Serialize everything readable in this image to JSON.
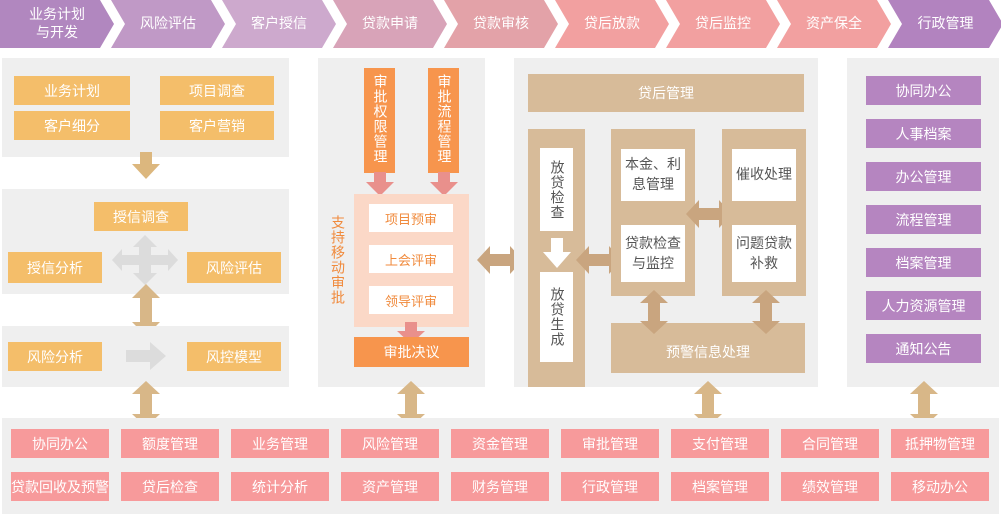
{
  "process_steps": [
    "业务计划\n与开发",
    "风险评估",
    "客户授信",
    "贷款申请",
    "贷款审核",
    "贷后放款",
    "贷后监控",
    "资产保全",
    "行政管理"
  ],
  "step_colors": [
    "#b187bf",
    "#c099c6",
    "#cda9cd",
    "#d8a3b8",
    "#e3a2a8",
    "#f2a0a0",
    "#f2a0a0",
    "#f2a0a0",
    "#b283bf"
  ],
  "left": {
    "plan": [
      "业务计划",
      "项目调查",
      "客户细分",
      "客户营销"
    ],
    "credit": {
      "top": "授信调查",
      "left": "授信分析",
      "right": "风险评估"
    },
    "risk": {
      "left": "风险分析",
      "right": "风控模型"
    }
  },
  "approval": {
    "top_left": "审批权限管理",
    "top_right": "审批流程管理",
    "side_label": "支持移动审批",
    "steps": [
      "项目预审",
      "上会评审",
      "领导评审"
    ],
    "result": "审批决议"
  },
  "post_loan": {
    "header": "贷后管理",
    "left_top": "放贷检查",
    "left_bottom": "放贷生成",
    "mid_top": "本金、利息管理",
    "mid_bottom": "贷款检查与监控",
    "right_top": "催收处理",
    "right_bottom": "问题贷款补救",
    "warning": "预警信息处理"
  },
  "admin": [
    "协同办公",
    "人事档案",
    "办公管理",
    "流程管理",
    "档案管理",
    "人力资源管理",
    "通知公告"
  ],
  "bottom_row1": [
    "协同办公",
    "额度管理",
    "业务管理",
    "风险管理",
    "资金管理",
    "审批管理",
    "支付管理",
    "合同管理",
    "抵押物管理"
  ],
  "bottom_row2": [
    "贷款回收及预警",
    "贷后检查",
    "统计分析",
    "资产管理",
    "财务管理",
    "行政管理",
    "档案管理",
    "绩效管理",
    "移动办公"
  ],
  "icons": [
    "arrow-down-icon",
    "double-arrow-icon",
    "four-way-arrow-icon",
    "arrow-right-icon"
  ]
}
